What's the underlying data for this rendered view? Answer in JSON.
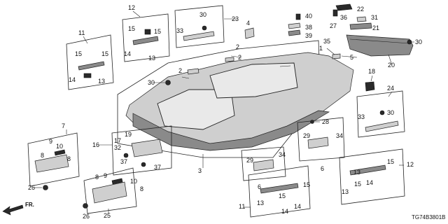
{
  "diagram_code": "TG74B3801B",
  "direction_label": "FR.",
  "callouts": [
    "1",
    "2",
    "2",
    "2",
    "3",
    "4",
    "5",
    "6",
    "6",
    "7",
    "8",
    "8",
    "8",
    "8",
    "9",
    "9",
    "10",
    "10",
    "11",
    "11",
    "12",
    "12",
    "13",
    "13",
    "13",
    "13",
    "13",
    "14",
    "14",
    "14",
    "14",
    "14",
    "15",
    "15",
    "15",
    "15",
    "15",
    "15",
    "15",
    "15",
    "16",
    "17",
    "18",
    "19",
    "20",
    "21",
    "22",
    "23",
    "24",
    "25",
    "26",
    "26",
    "27",
    "28",
    "29",
    "29",
    "30",
    "30",
    "30",
    "30",
    "31",
    "32",
    "33",
    "33",
    "34",
    "34",
    "35",
    "36",
    "37",
    "37",
    "38",
    "39",
    "40"
  ]
}
